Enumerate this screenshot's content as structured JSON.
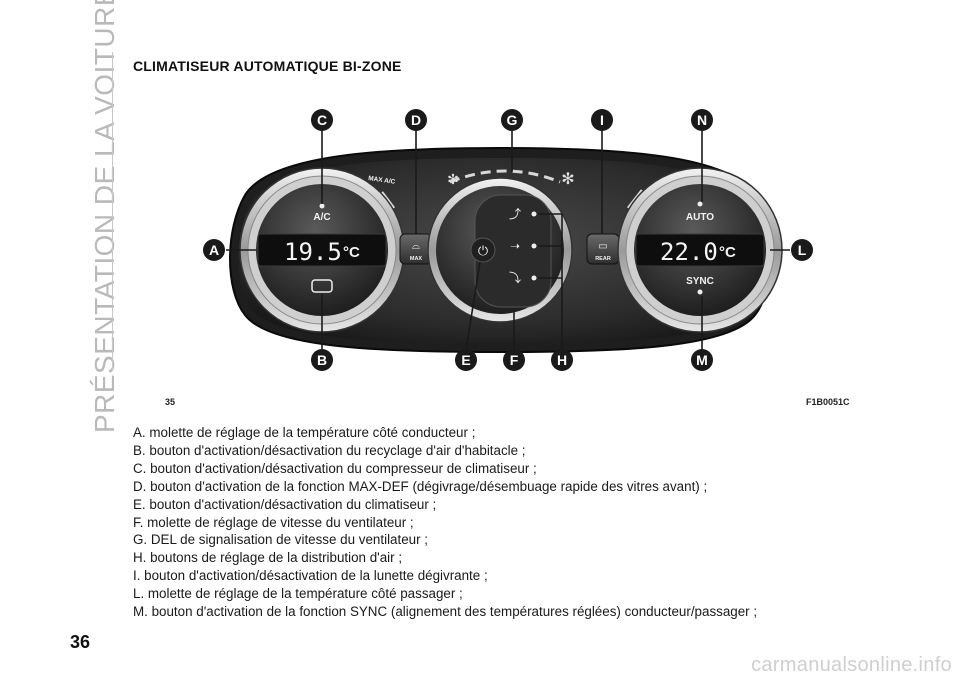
{
  "sidebar": {
    "chapter_title": "PRÉSENTATION DE LA VOITURE"
  },
  "section": {
    "title": "CLIMATISEUR AUTOMATIQUE BI-ZONE"
  },
  "figure": {
    "number": "35",
    "code": "F1B0051C",
    "callouts": {
      "A": "A",
      "B": "B",
      "C": "C",
      "D": "D",
      "E": "E",
      "F": "F",
      "G": "G",
      "H": "H",
      "I": "I",
      "L": "L",
      "M": "M",
      "N": "N"
    },
    "panel": {
      "left_temp": "19.5",
      "right_temp": "22.0",
      "unit": "°C",
      "ac_label": "A/C",
      "max_ac_label": "MAX A/C",
      "max_label": "MAX",
      "rear_label": "REAR",
      "auto_label": "AUTO",
      "sync_label": "SYNC"
    }
  },
  "legend": {
    "items": [
      "A. molette de réglage de la température côté conducteur ;",
      "B. bouton d'activation/désactivation du recyclage d'air d'habitacle ;",
      "C. bouton d'activation/désactivation du compresseur de climatiseur ;",
      "D. bouton d'activation de la fonction MAX-DEF (dégivrage/désembuage rapide des vitres avant) ;",
      "E. bouton d'activation/désactivation du climatiseur ;",
      "F. molette de réglage de vitesse du ventilateur ;",
      "G. DEL de signalisation de vitesse du ventilateur ;",
      "H. boutons de réglage de la distribution d'air ;",
      "I. bouton d'activation/désactivation de la lunette dégivrante ;",
      "L. molette de réglage de la température côté passager ;",
      "M. bouton d'activation de la fonction SYNC (alignement des températures réglées) conducteur/passager ;"
    ]
  },
  "page": {
    "number": "36"
  },
  "watermark": {
    "text": "carmanualsonline.info"
  },
  "colors": {
    "callout": "#1a1a1a",
    "panel": "#2a2a2a",
    "bezel": "#c8c8c8",
    "lcd": "#0e0e0e"
  }
}
